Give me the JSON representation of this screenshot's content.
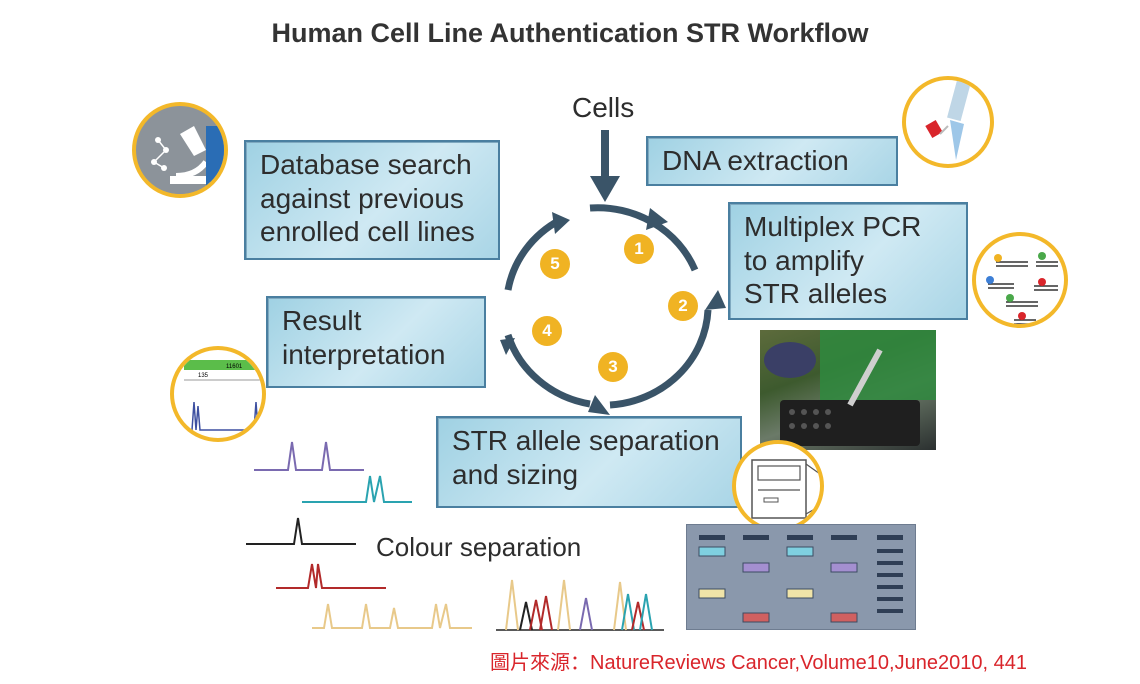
{
  "title": "Human Cell Line Authentication STR Workflow",
  "cells_label": "Cells",
  "boxes": {
    "dna_extraction": "DNA extraction",
    "multiplex_pcr": "Multiplex PCR to amplify STR alleles",
    "str_separation": "STR allele separation and sizing",
    "result_interpretation": "Result interpretation",
    "database_search": "Database search against previous enrolled cell lines"
  },
  "colour_separation": "Colour separation",
  "steps": [
    "1",
    "2",
    "3",
    "4",
    "5"
  ],
  "source": "圖片來源：NatureReviews Cancer,Volume10,June2010, 441",
  "electropherogram_labels": {
    "marker": "11601",
    "tick": "135"
  },
  "colors": {
    "box_fill": "#b5dceb",
    "box_border": "#4a7fa0",
    "cycle_arrow": "#3a5468",
    "step_badge": "#f0b323",
    "icon_ring": "#f3b82a",
    "source_text": "#d9252b",
    "trace_purple": "#7a6ab0",
    "trace_teal": "#2aa3b0",
    "trace_black": "#222222",
    "trace_red": "#b22a2a",
    "trace_tan": "#e8c98a"
  },
  "icons": [
    "microscope-icon",
    "pipette-icon",
    "dna-fragments-icon",
    "electropherogram-icon",
    "sequencer-icon",
    "lab-photo",
    "gel-image"
  ]
}
